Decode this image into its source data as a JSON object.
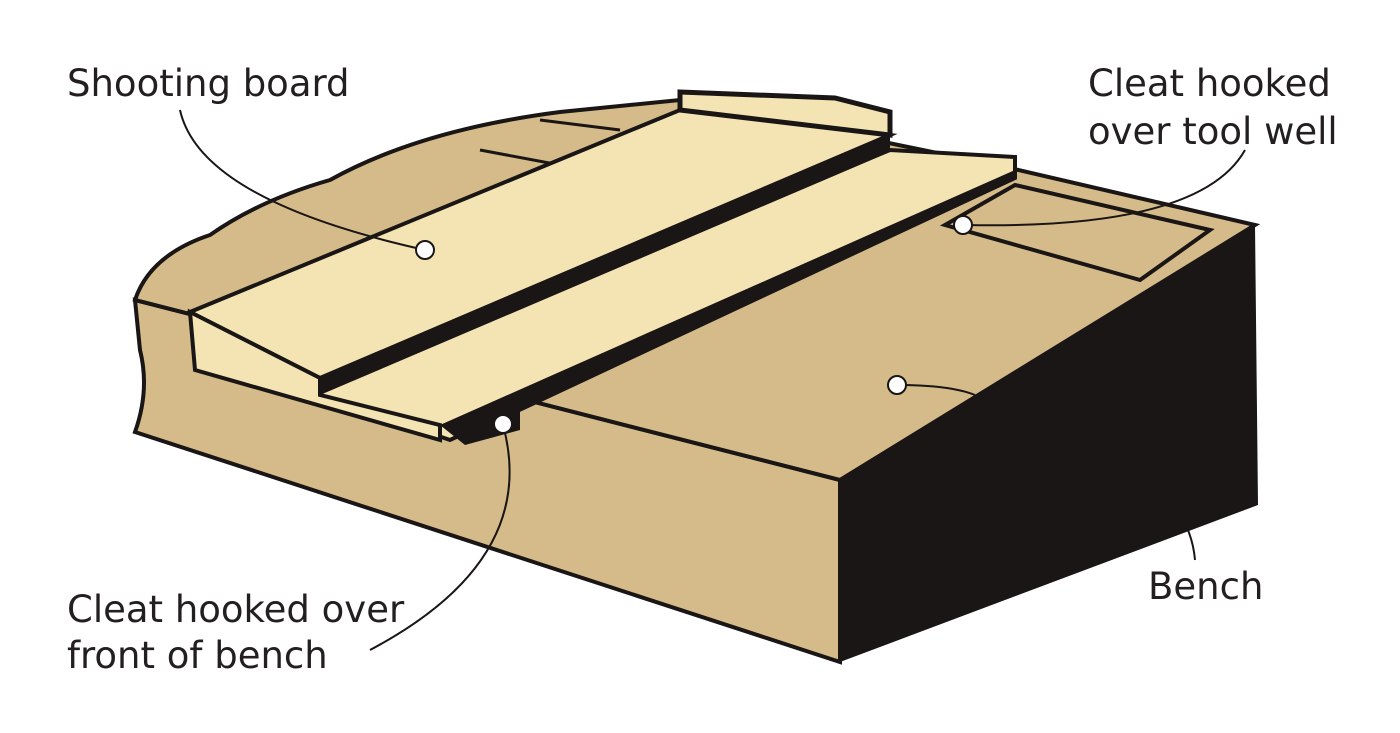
{
  "labels": {
    "shooting_board": "Shooting board",
    "cleat_tool_well_line1": "Cleat hooked",
    "cleat_tool_well_line2": "over tool well",
    "cleat_front_line1": "Cleat hooked over",
    "cleat_front_line2": "front of bench",
    "bench": "Bench"
  },
  "colors": {
    "bench": "#d6bb8a",
    "board": "#f4e4b4",
    "ink": "#1a1616"
  }
}
